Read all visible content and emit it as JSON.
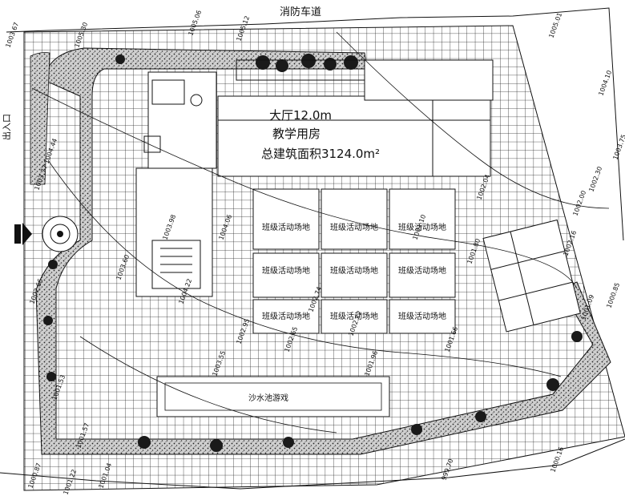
{
  "drawing": {
    "top_road_label": "消防车道",
    "building_block": [
      "大厅12.0m",
      "教学用房",
      "总建筑面积3124.0m²"
    ],
    "court_labels": [
      "班级活动场地",
      "班级活动场地",
      "班级活动场地",
      "班级活动场地",
      "班级活动场地",
      "班级活动场地",
      "班级活动场地",
      "班级活动场地",
      "班级活动场地"
    ],
    "track_label": "沙水池游戏",
    "left_vertical_label": "出入口",
    "elevations_top": [
      "1005.30",
      "1005.06",
      "1005.12",
      "1005.01"
    ],
    "elevations_right": [
      "1004.10",
      "1003.75",
      "1002.30",
      "1002.00",
      "1002.16",
      "1001.09",
      "1000.85"
    ],
    "elevations_left": [
      "1003.67",
      "1004.44",
      "1003.77",
      "1002.66",
      "1001.53",
      "1001.57",
      "1000.87"
    ],
    "elevations_bottom": [
      "999.70",
      "1000.16",
      "1001.22",
      "1001.04"
    ],
    "elevations_inner": [
      "1003.60",
      "1003.98",
      "1004.22",
      "1004.06",
      "1003.55",
      "1002.95",
      "1002.65",
      "1002.74",
      "1002.12",
      "1001.96",
      "1001.66",
      "1001.80",
      "1001.10",
      "1002.04"
    ]
  },
  "colors": {
    "ink": "#111111",
    "grid": "#2a2a2a",
    "paper": "#ffffff"
  }
}
